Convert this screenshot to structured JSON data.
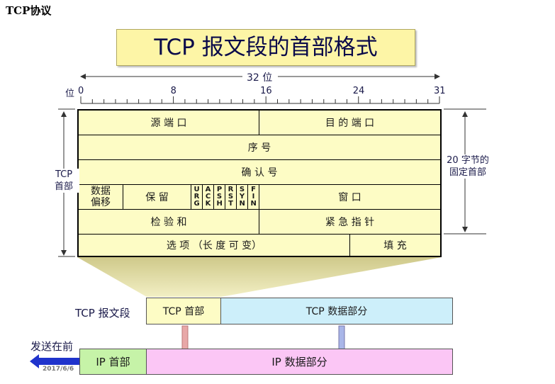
{
  "page": {
    "title": "TCP协议",
    "date": "2017/6/6"
  },
  "diagram": {
    "title": "TCP 报文段的首部格式",
    "bit_width": "32 位",
    "bit_unit": "位",
    "ticks": [
      "0",
      "8",
      "16",
      "24",
      "31"
    ],
    "left_label": "TCP\n首部",
    "right_label": "20 字节的\n固定首部",
    "rows": {
      "source_port": "源 端 口",
      "dest_port": "目 的 端 口",
      "seq": "序 号",
      "ack_num": "确 认 号",
      "data_offset": "数据\n偏移",
      "reserved": "保 留",
      "flags": [
        "URG",
        "ACK",
        "PSH",
        "RST",
        "SYN",
        "FIN"
      ],
      "window": "窗 口",
      "checksum": "检 验 和",
      "urgent_ptr": "紧 急 指 针",
      "options": "选 项 （长 度 可 变）",
      "padding": "填 充"
    },
    "segment": {
      "label": "TCP 报文段",
      "header": "TCP 首部",
      "data": "TCP 数据部分"
    },
    "ip": {
      "send_first": "发送在前",
      "header": "IP 首部",
      "data": "IP 数据部分"
    },
    "colors": {
      "header_fill": "#fdfcc5",
      "tcp_data_fill": "#cdeffa",
      "ip_header_fill": "#c6f3a8",
      "ip_data_fill": "#fbc6f5",
      "arrow_blue": "#1f33cc"
    }
  }
}
